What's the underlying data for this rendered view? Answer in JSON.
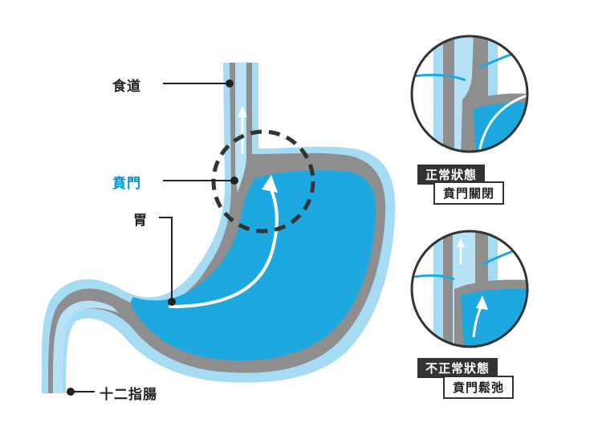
{
  "labels": {
    "esophagus": "食道",
    "cardia": "賁門",
    "stomach": "胃",
    "duodenum": "十二指腸"
  },
  "insets": [
    {
      "status": "正常狀態",
      "detail": "賁門關閉"
    },
    {
      "status": "不正常狀態",
      "detail": "賁門鬆弛"
    }
  ],
  "colors": {
    "accent": "#0096d6",
    "stomach_fill": "#1ea8e0",
    "wall_gray": "#888888",
    "outer_light_blue": "#a6dcf3",
    "label_dark": "#222222"
  }
}
